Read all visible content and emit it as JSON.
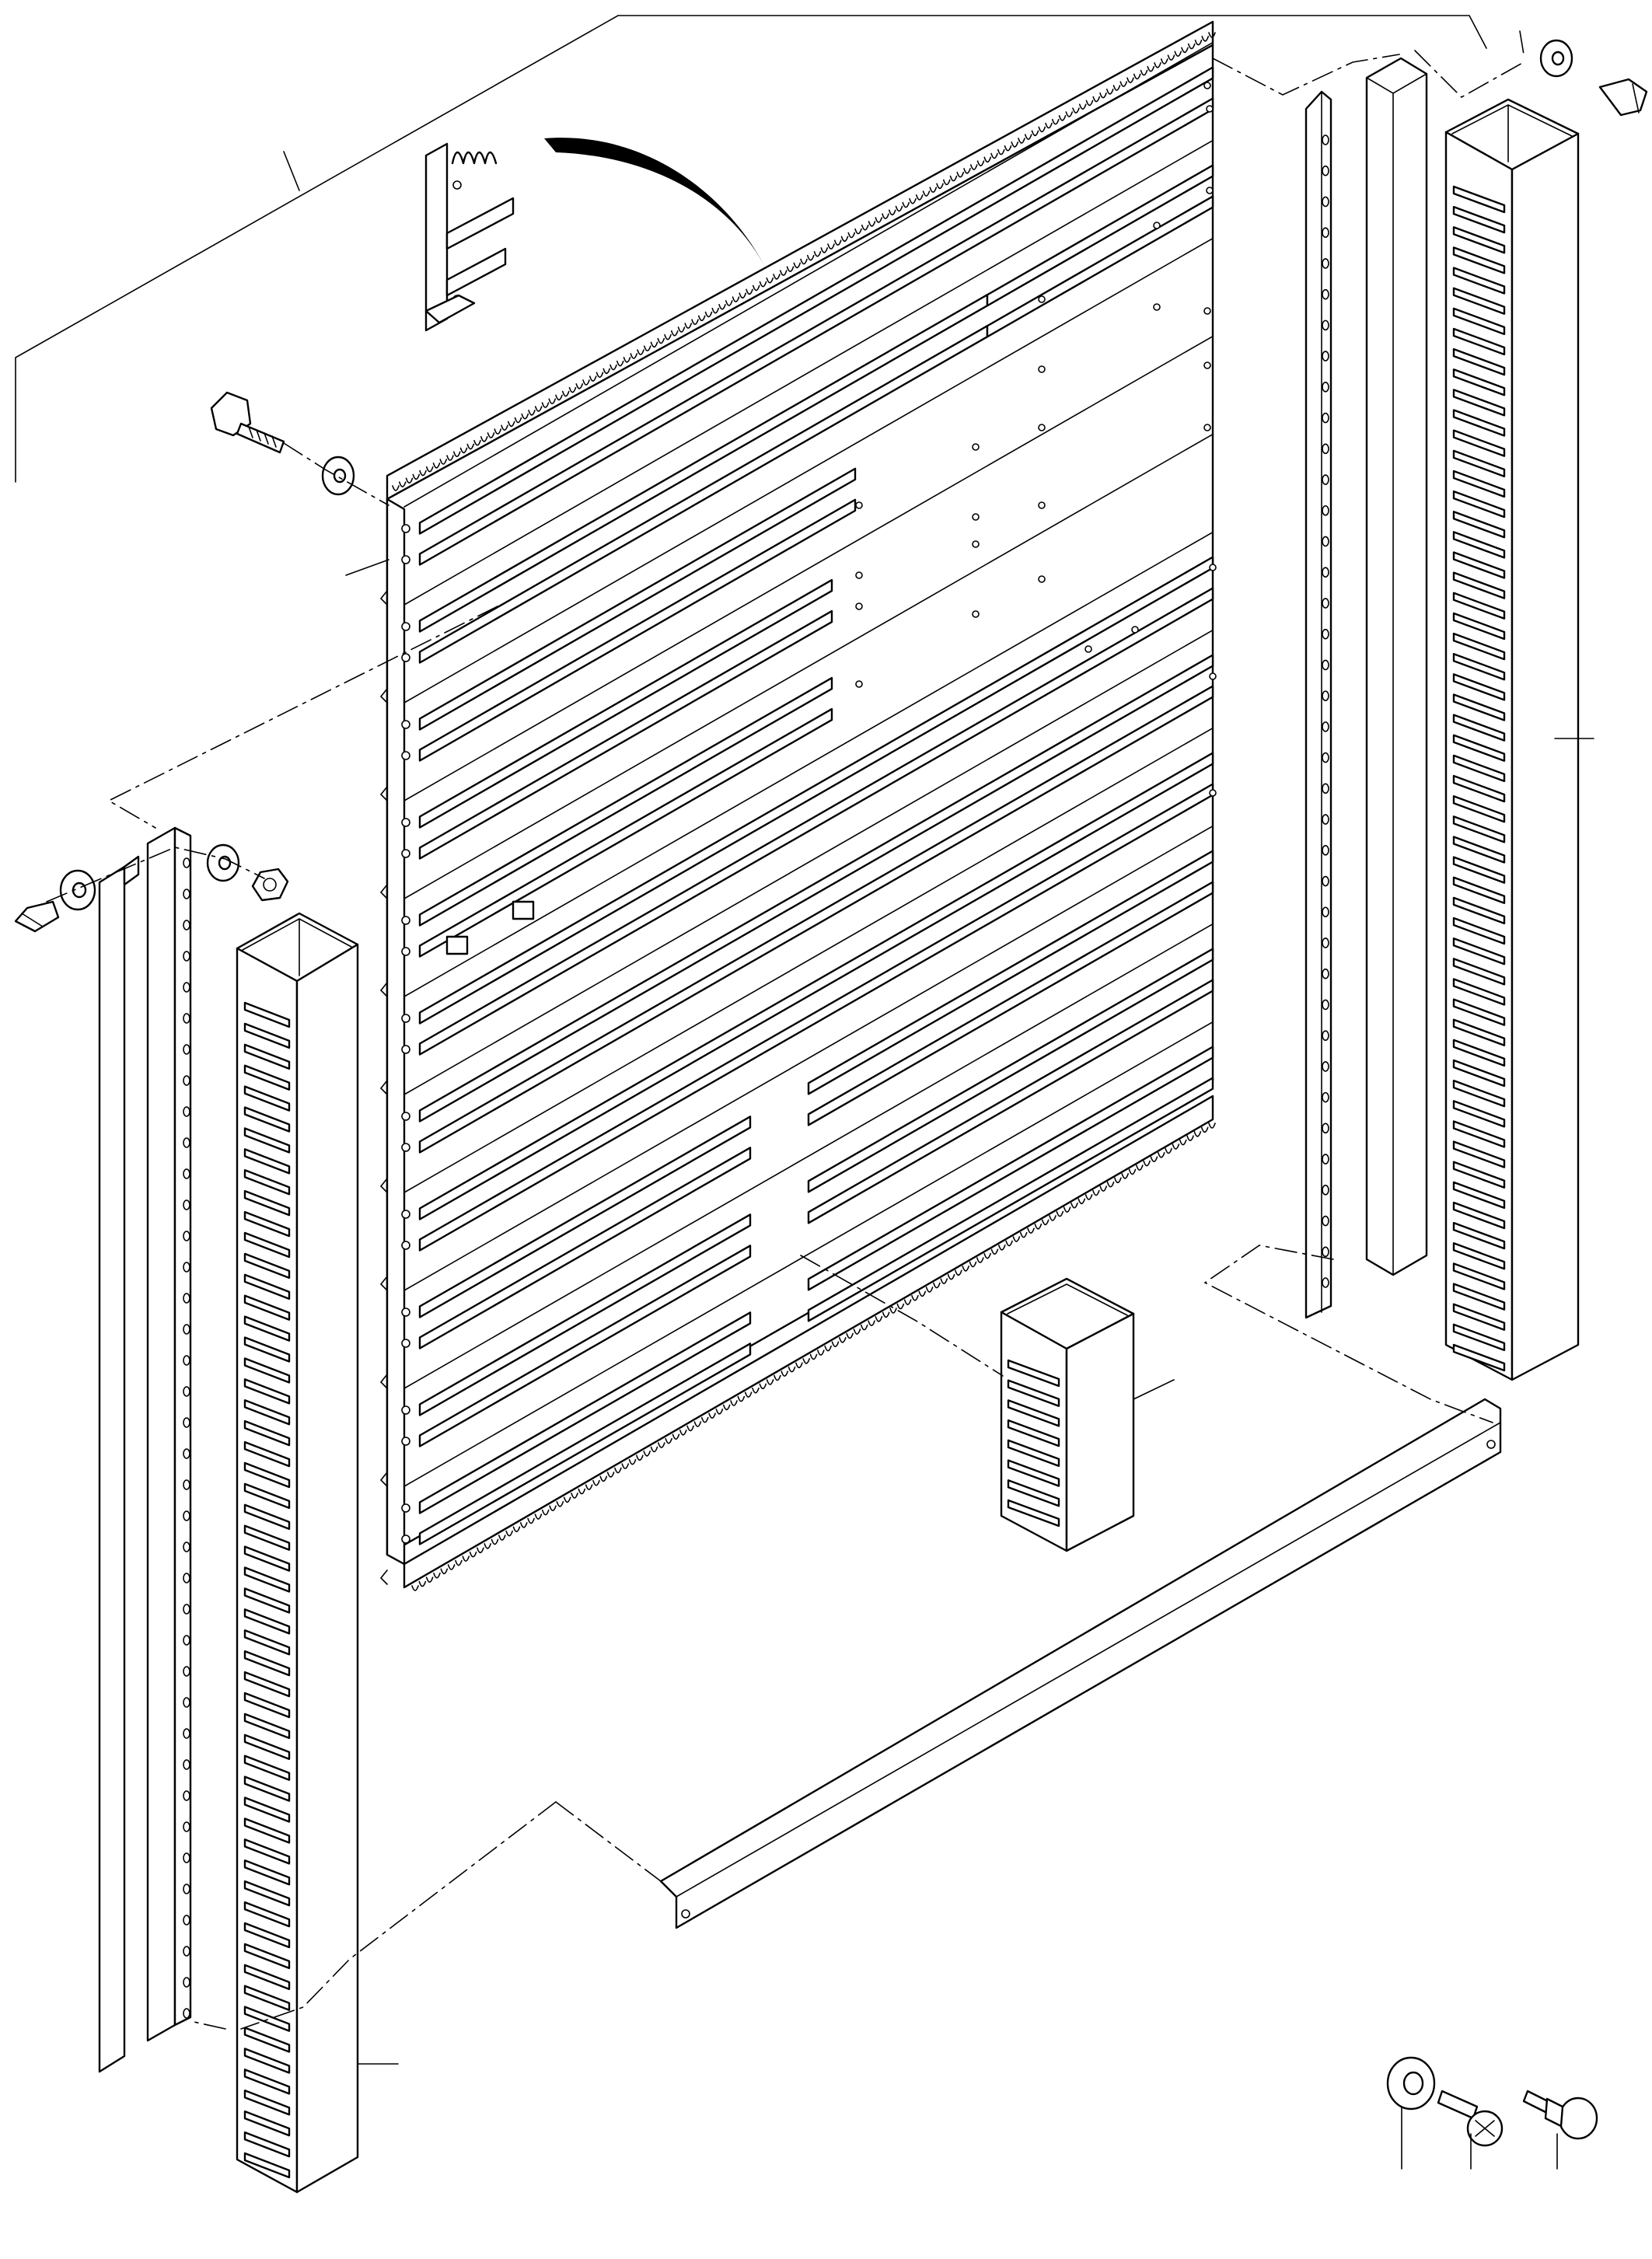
{
  "figure": {
    "kind": "exploded-assembly",
    "parts": [
      "backplane-card-rack",
      "card-guide-detail",
      "left-cable-duct",
      "right-cable-duct",
      "left-mounting-bracket",
      "left-mounting-rail",
      "right-mounting-bracket",
      "right-mounting-rail",
      "short-cable-duct",
      "bottom-angle-rail",
      "hex-bolt",
      "flat-washer",
      "hex-nut",
      "screw",
      "push-rivet"
    ],
    "card_slots": 11,
    "callouts": []
  }
}
